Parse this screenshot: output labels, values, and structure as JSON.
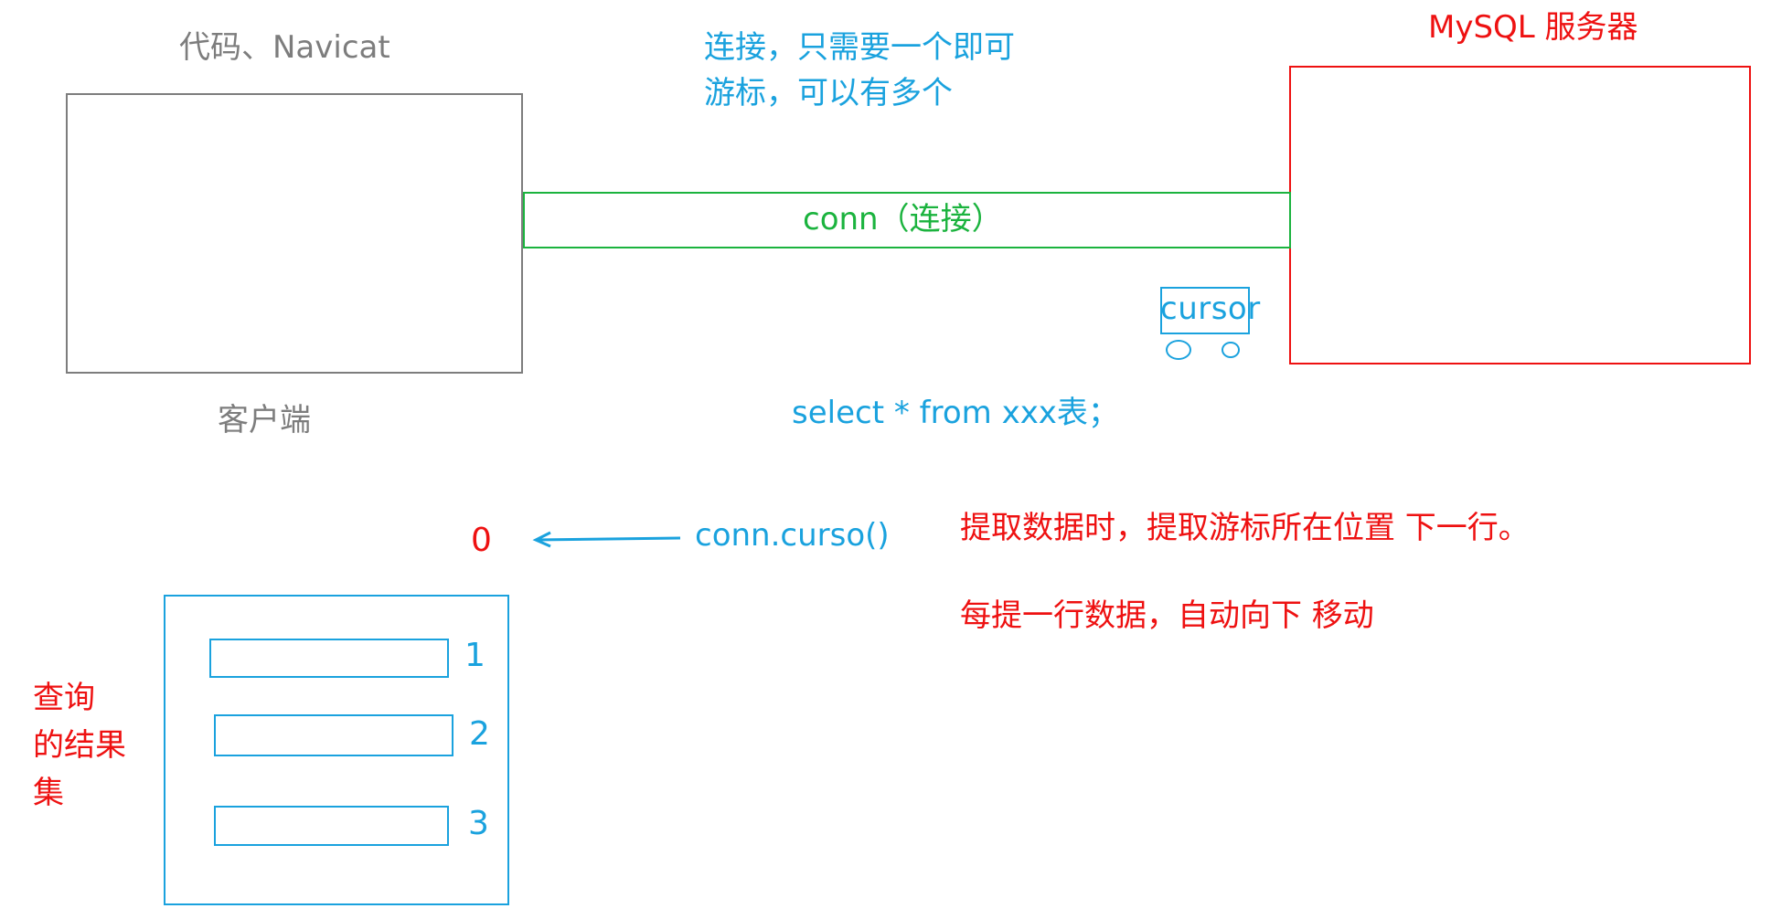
{
  "client": {
    "title": "代码、Navicat",
    "label": "客户端"
  },
  "server": {
    "title": "MySQL 服务器"
  },
  "notes": {
    "connection_line": "连接，只需要一个即可",
    "cursor_line": "游标，可以有多个"
  },
  "connection": {
    "label": "conn（连接）"
  },
  "cursor": {
    "label_boxed": "curso",
    "label_tail": "r"
  },
  "query": {
    "sql": "select * from xxx表；"
  },
  "pointer": {
    "position": "0",
    "call": "conn.curso()"
  },
  "explanation": {
    "line1": "提取数据时，提取游标所在位置 下一行。",
    "line2": "每提一行数据，自动向下 移动"
  },
  "result_set": {
    "label_line1": "查询",
    "label_line2": "的结果",
    "label_line3": "集",
    "rows": [
      "1",
      "2",
      "3"
    ]
  },
  "colors": {
    "client": "#7d7d7d",
    "server": "#ee1111",
    "connection": "#1bb33e",
    "cursor": "#1aa2de",
    "annotation": "#ee1111"
  }
}
